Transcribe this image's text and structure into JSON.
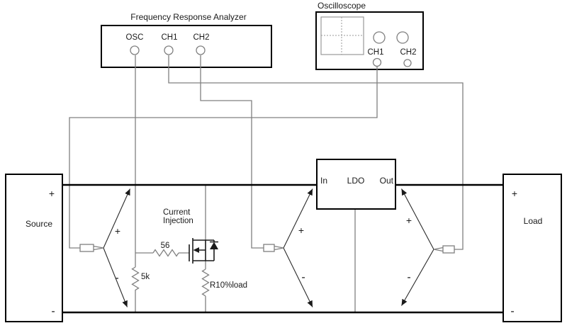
{
  "fra": {
    "title": "Frequency Response Analyzer",
    "osc": "OSC",
    "ch1": "CH1",
    "ch2": "CH2"
  },
  "scope": {
    "title": "Oscilloscope",
    "ch1": "CH1",
    "ch2": "CH2"
  },
  "ldo": {
    "pin_in": "In",
    "name": "LDO",
    "pin_out": "Out"
  },
  "source": {
    "plus": "+",
    "name": "Source",
    "minus": "-"
  },
  "load": {
    "plus": "+",
    "name": "Load",
    "minus": "-"
  },
  "injection": {
    "line1": "Current",
    "line2": "Injection",
    "r_series": "56",
    "r_shunt": "5k",
    "r_load": "R10%load"
  },
  "probes": {
    "source": {
      "plus": "+",
      "minus": "-"
    },
    "ldo_in": {
      "plus": "+",
      "minus": "-"
    },
    "load": {
      "plus": "+",
      "minus": "-"
    }
  },
  "colors": {
    "background": "#ffffff",
    "outline": "#000000",
    "wire": "#808080",
    "text": "#1a1a1a"
  }
}
